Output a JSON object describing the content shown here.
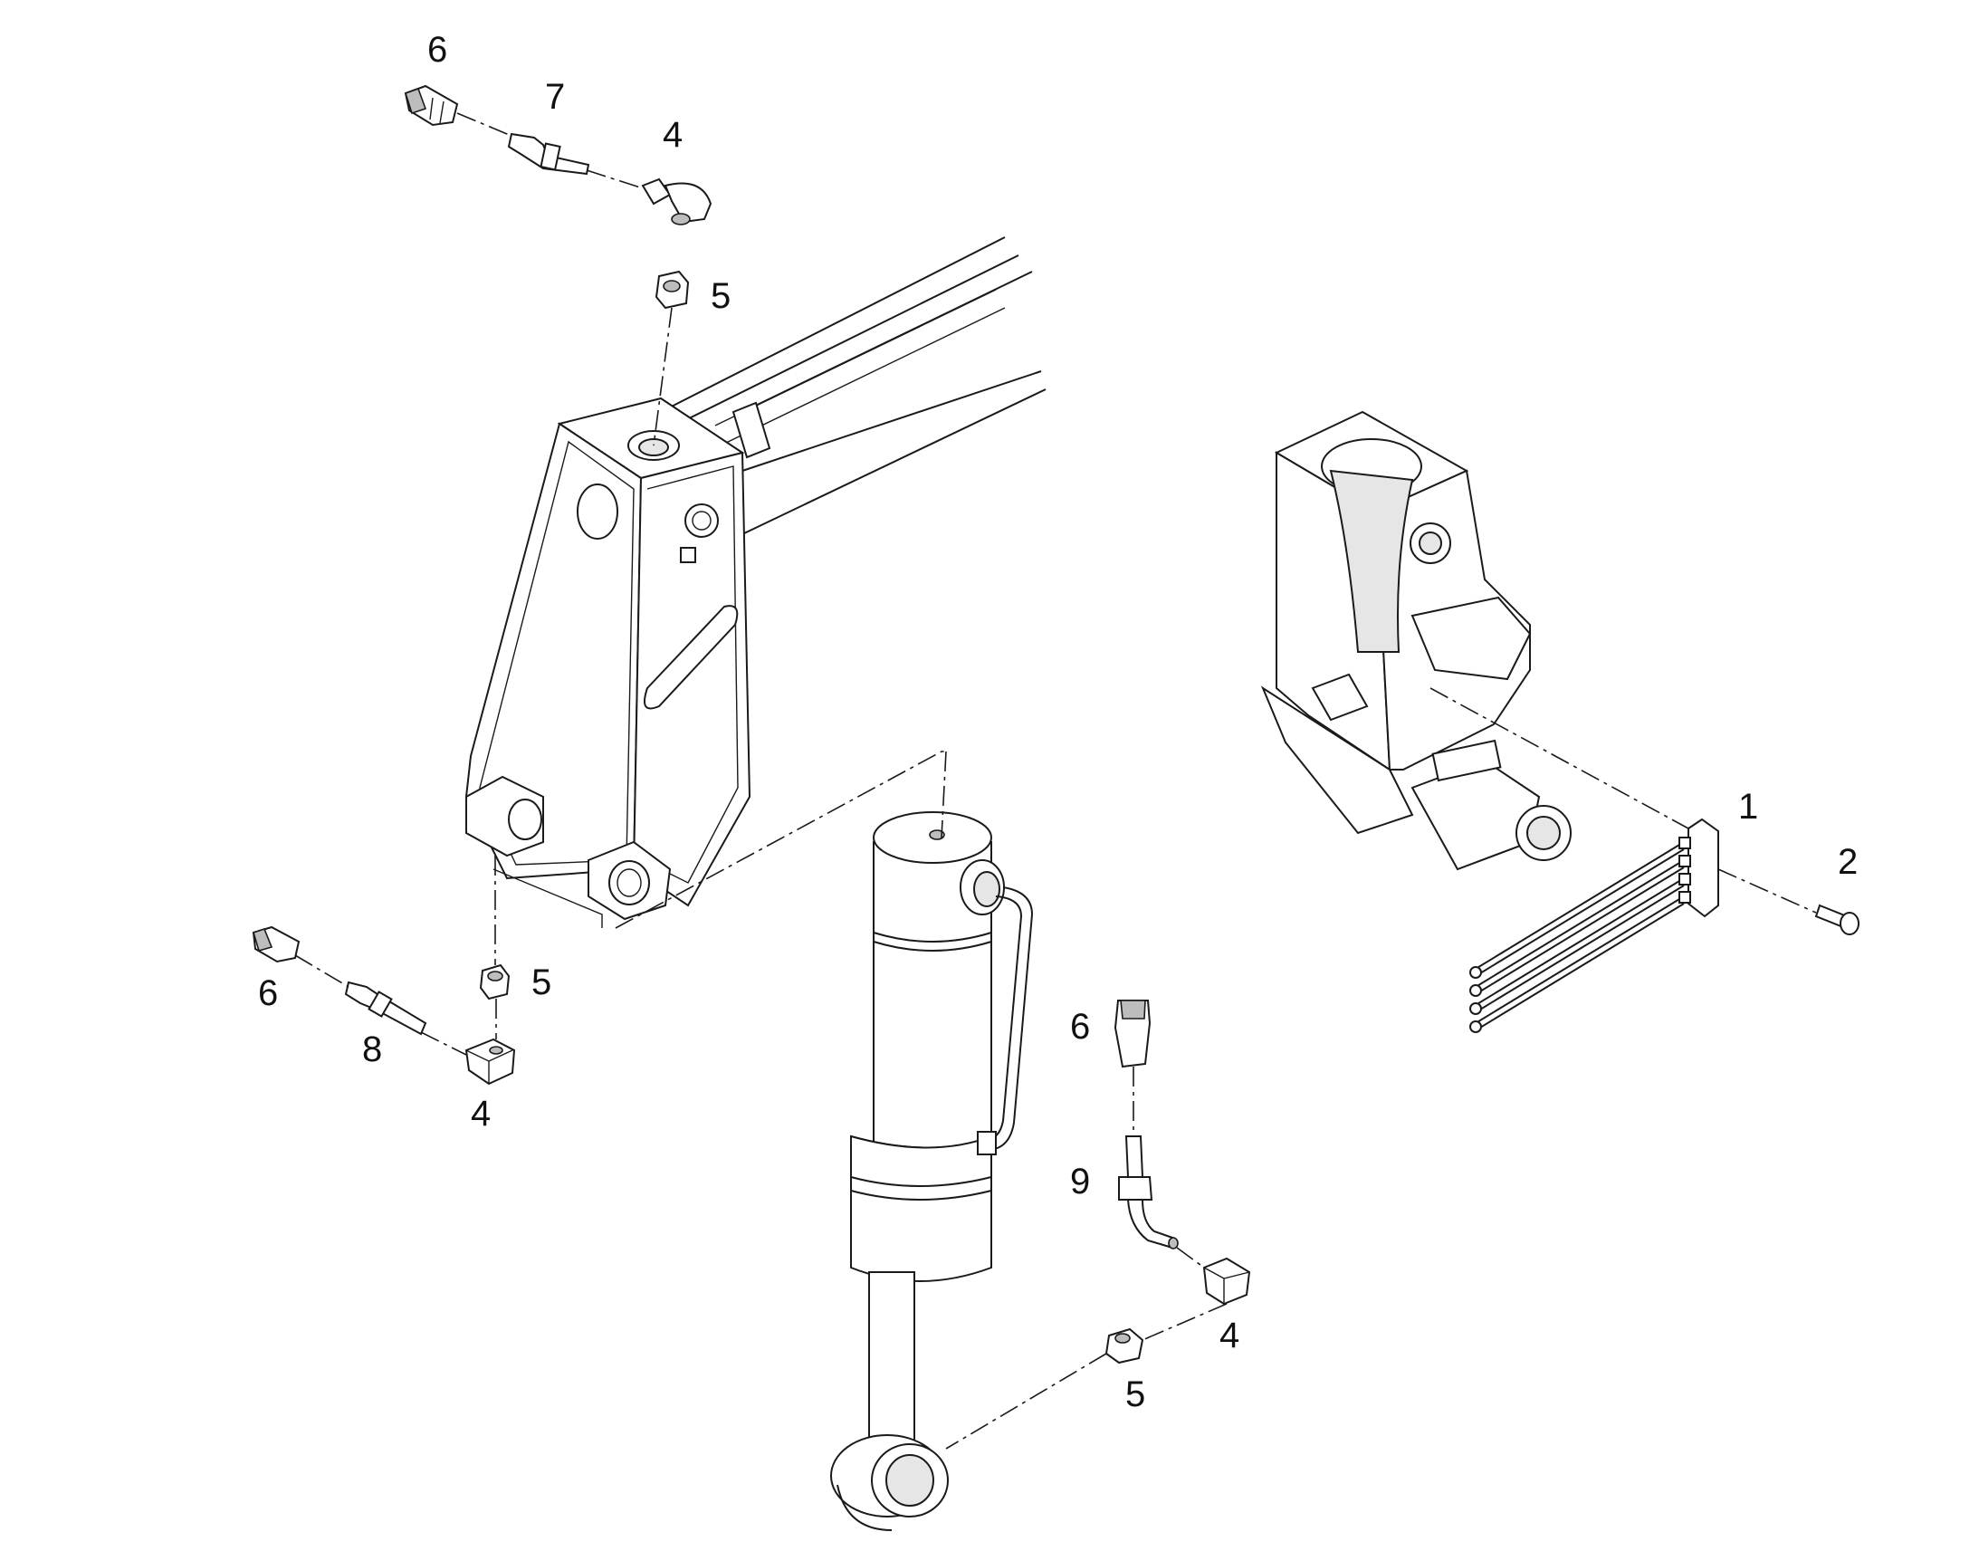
{
  "callouts": [
    {
      "id": "c6a",
      "text": "6"
    },
    {
      "id": "c7",
      "text": "7"
    },
    {
      "id": "c4a",
      "text": "4"
    },
    {
      "id": "c5a",
      "text": "5"
    },
    {
      "id": "c1",
      "text": "1"
    },
    {
      "id": "c2",
      "text": "2"
    },
    {
      "id": "c6b",
      "text": "6"
    },
    {
      "id": "c8",
      "text": "8"
    },
    {
      "id": "c5b",
      "text": "5"
    },
    {
      "id": "c4b",
      "text": "4"
    },
    {
      "id": "c6c",
      "text": "6"
    },
    {
      "id": "c9",
      "text": "9"
    },
    {
      "id": "c4c",
      "text": "4"
    },
    {
      "id": "c5c",
      "text": "5"
    }
  ]
}
